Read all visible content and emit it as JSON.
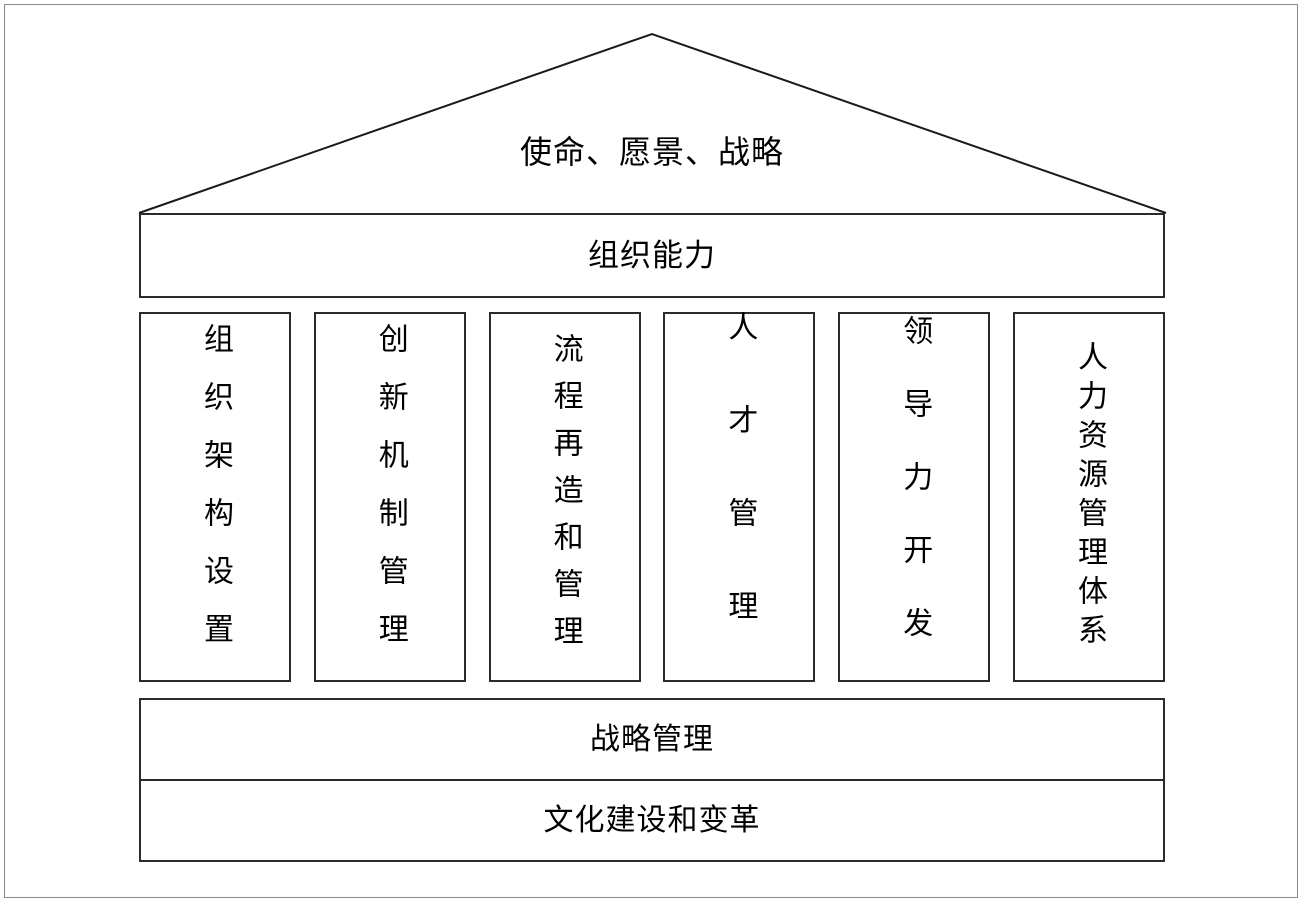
{
  "diagram": {
    "type": "temple-framework",
    "title_text": "使命、愿景、战略",
    "roof": {
      "label": "使命、愿景、战略"
    },
    "capability_band": {
      "label": "组织能力"
    },
    "pillars": [
      {
        "label": "组织架构设置",
        "char_count": 6
      },
      {
        "label": "创新机制管理",
        "char_count": 6
      },
      {
        "label": "流程再造和管理",
        "char_count": 7
      },
      {
        "label": "人才管理",
        "char_count": 4
      },
      {
        "label": "领导力开发",
        "char_count": 5
      },
      {
        "label": "人力资源管理体系",
        "char_count": 8
      }
    ],
    "foundation": [
      {
        "label": "战略管理"
      },
      {
        "label": "文化建设和变革"
      }
    ],
    "colors": {
      "background": "#ffffff",
      "line": "#2b2b2b",
      "roof_line": "#1a1a1a",
      "frame": "#8a8a8a",
      "text": "#000000"
    }
  }
}
